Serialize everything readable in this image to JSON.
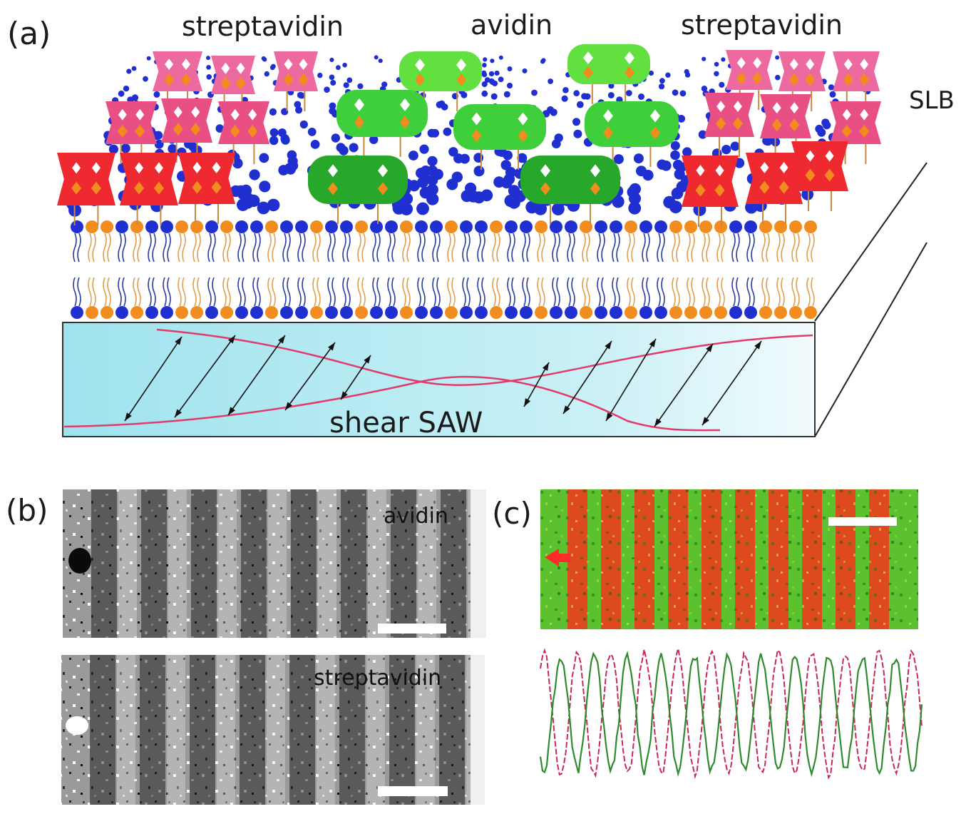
{
  "panel_a": {
    "label": "(a)",
    "protein_labels": [
      "streptavidin",
      "avidin",
      "streptavidin"
    ],
    "layer_label": "SLB",
    "substrate_label": "shear SAW",
    "colors": {
      "substrate": "#bfeef5",
      "headgroup_blue": "#1f2fd0",
      "headgroup_orange": "#f28c1e",
      "streptavidin_red": "#ee2a30",
      "streptavidin_pink": "#ec6aa0",
      "avidin_green": "#3fcf3a",
      "wave": "#e23a6a"
    }
  },
  "panel_b": {
    "label": "(b)",
    "images": [
      "avidin",
      "streptavidin"
    ]
  },
  "panel_c": {
    "label": "(c)",
    "colors": {
      "red": "#e8401c",
      "green": "#4ab52a",
      "trace_red": "#c8285a",
      "trace_green": "#2f8a2f"
    }
  }
}
